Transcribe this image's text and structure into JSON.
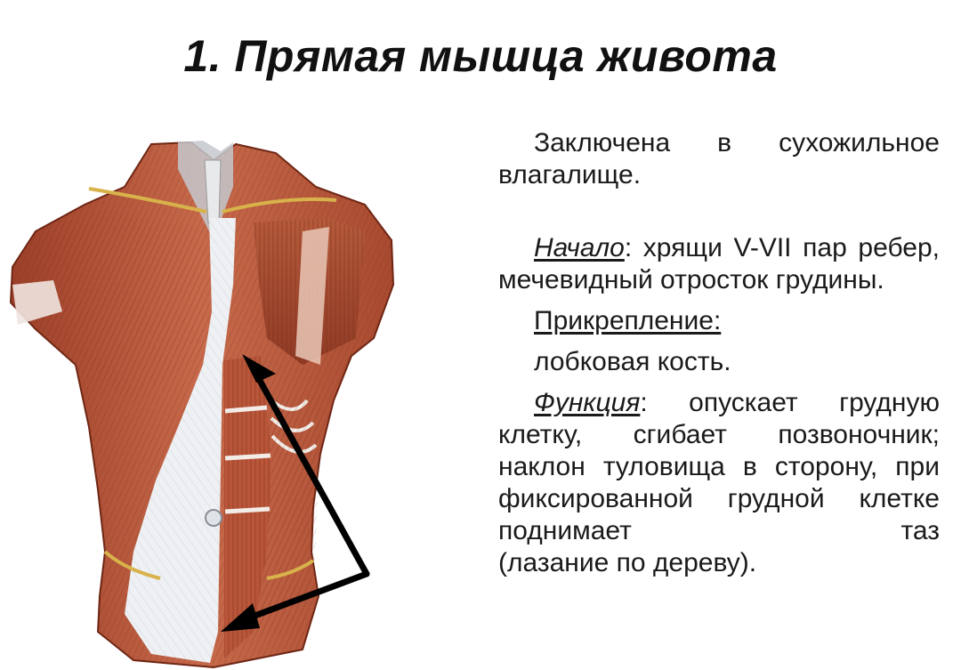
{
  "slide": {
    "title": "1. Прямая мышца живота",
    "intro": "Заключена в сухожильное влагалище.",
    "origin_label": "Начало",
    "origin_text": ": хрящи V-VII пар ребер, мечевидный отросток грудины.",
    "attachment_label": "Прикрепление:",
    "attachment_text": "лобковая кость.",
    "function_label": "Функция",
    "function_text": ": опускает грудную клетку, сгибает позвоночник; наклон туловища в сторону, при фиксированной грудной клетке поднимает таз",
    "function_last": "(лазание по дереву)."
  },
  "figure": {
    "image": "anatomical-illustration-torso-muscles",
    "arrow_color": "#000000",
    "muscle_color": "#b5553a",
    "aponeurosis_color": "#eef0f3"
  }
}
